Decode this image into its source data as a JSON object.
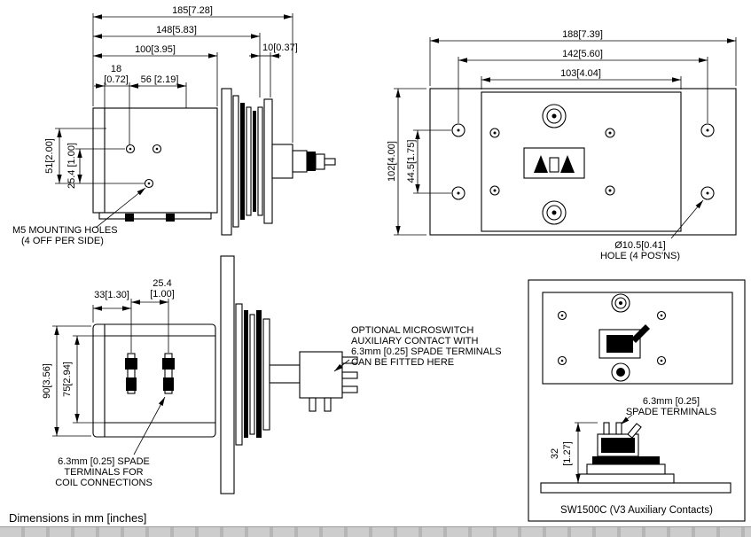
{
  "colors": {
    "background": "#ffffff",
    "line": "#000000",
    "footer_bar": "#c9c9c9"
  },
  "side_view": {
    "dim_overall": "185[7.28]",
    "dim_148": "148[5.83]",
    "dim_100": "100[3.95]",
    "dim_10": "10[0.37]",
    "dim_18_top": "18",
    "dim_18_bottom": "[0.72]",
    "dim_56": "56 [2.19]",
    "dim_51": "51[2.00]",
    "dim_254": "25.4 [1.00]",
    "m5_label_line1": "M5 MOUNTING HOLES",
    "m5_label_line2": "(4 OFF PER SIDE)"
  },
  "plan_view": {
    "dim_188": "188[7.39]",
    "dim_142": "142[5.60]",
    "dim_103": "103[4.04]",
    "dim_102": "102[4.00]",
    "dim_445": "44.5[1.75]",
    "hole_label_line1": "Ø10.5[0.41]",
    "hole_label_line2": "HOLE (4 POS'NS)"
  },
  "coil_view": {
    "dim_254_top": "25.4",
    "dim_254_bottom": "[1.00]",
    "dim_33": "33[1.30]",
    "dim_90": "90[3.56]",
    "dim_75": "75[2.94]",
    "coil_label_line1": "6.3mm [0.25] SPADE",
    "coil_label_line2": "TERMINALS FOR",
    "coil_label_line3": "COIL CONNECTIONS",
    "micro_label_line1": "OPTIONAL MICROSWITCH",
    "micro_label_line2": "AUXILIARY CONTACT WITH",
    "micro_label_line3": "6.3mm [0.25] SPADE TERMINALS",
    "micro_label_line4": "CAN BE FITTED HERE"
  },
  "aux_view": {
    "spade_label_line1": "6.3mm [0.25]",
    "spade_label_line2": "SPADE TERMINALS",
    "dim_32_top": "32",
    "dim_32_bottom": "[1.27]",
    "caption": "SW1500C (V3 Auxiliary Contacts)"
  },
  "footer": {
    "note": "Dimensions in mm [inches]"
  }
}
